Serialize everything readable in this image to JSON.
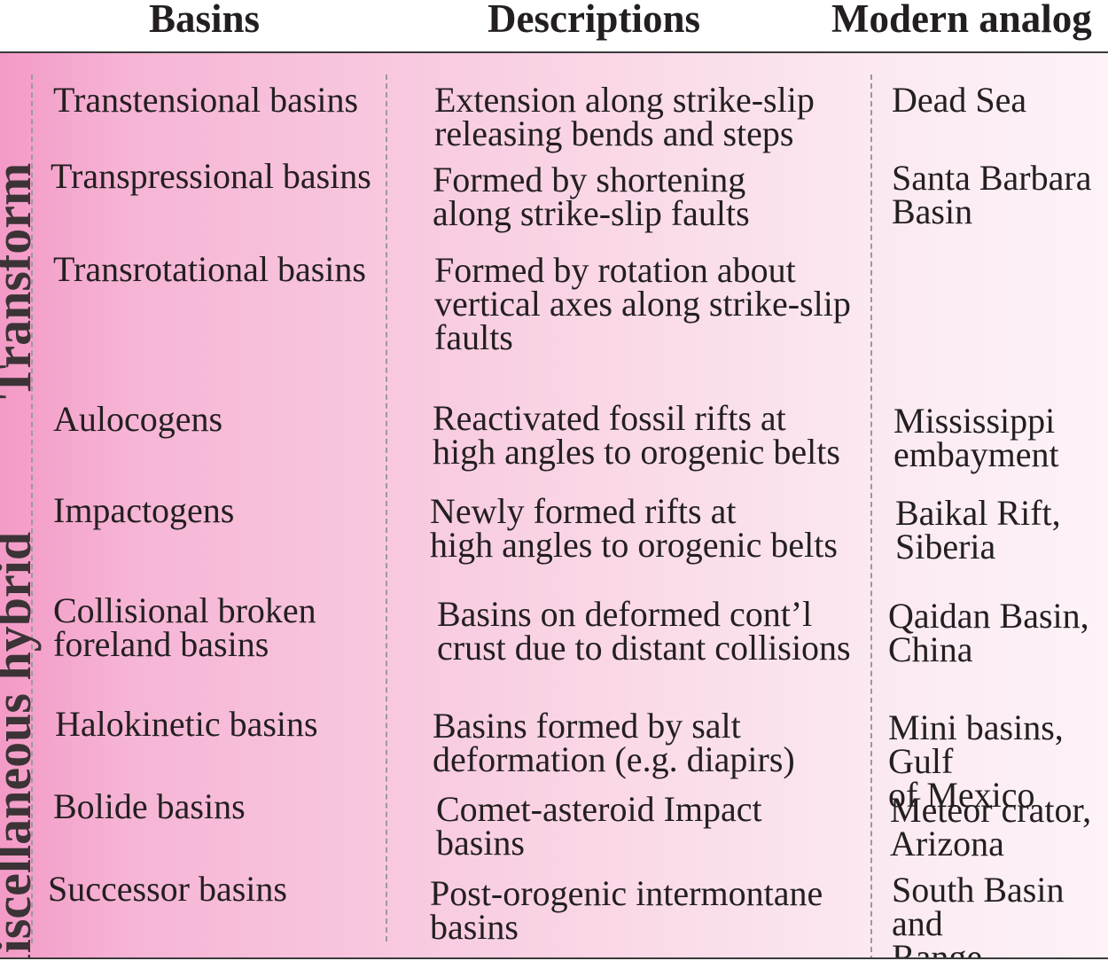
{
  "headers": {
    "basins": "Basins",
    "descriptions": "Descriptions",
    "analogs": "Modern analog"
  },
  "groups": {
    "transform": "Transform",
    "hybrid": "Miscellaneous hybrid"
  },
  "rows": [
    {
      "basin": "Transtensional basins",
      "description": "Extension along strike-slip\nreleasing bends and steps",
      "analog": "Dead Sea"
    },
    {
      "basin": "Transpressional basins",
      "description": "Formed by shortening\nalong strike-slip faults",
      "analog": "Santa Barbara\nBasin"
    },
    {
      "basin": "Transrotational basins",
      "description": "Formed by rotation about\nvertical axes along strike-slip\nfaults",
      "analog": ""
    },
    {
      "basin": "Aulocogens",
      "description": "Reactivated fossil rifts at\nhigh angles to orogenic belts",
      "analog": "Mississippi\nembayment"
    },
    {
      "basin": "Impactogens",
      "description": "Newly formed rifts at\nhigh angles to orogenic belts",
      "analog": "Baikal Rift,\nSiberia"
    },
    {
      "basin": "Collisional broken\nforeland basins",
      "description": "Basins on deformed cont’l\ncrust due to distant collisions",
      "analog": "Qaidan Basin,\nChina"
    },
    {
      "basin": "Halokinetic basins",
      "description": "Basins formed by salt\ndeformation (e.g. diapirs)",
      "analog": "Mini basins, Gulf\nof Mexico"
    },
    {
      "basin": "Bolide basins",
      "description": "Comet-asteroid Impact\nbasins",
      "analog": "Meteor crator,\nArizona"
    },
    {
      "basin": "Successor basins",
      "description": "Post-orogenic intermontane\nbasins",
      "analog": "South Basin and\nRange, Arizona"
    }
  ]
}
